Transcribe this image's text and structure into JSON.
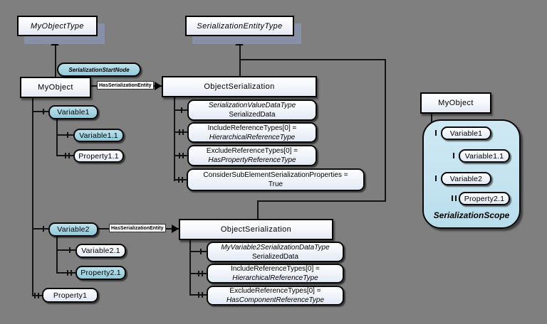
{
  "colors": {
    "background_gray": "#7f7f7f",
    "node_blue": "#a4d4e1",
    "scope_container_blue": "#c3e3ef",
    "type_box_shadow": "#8691a7"
  },
  "type_boxes": {
    "my_object_type": "MyObjectType",
    "serialization_entity_type": "SerializationEntityType"
  },
  "edge_labels": {
    "serialization_start_node": "SerializationStartNode",
    "has_serialization_entity_1": "HasSerializationEntity",
    "has_serialization_entity_2": "HasSerializationEntity"
  },
  "left_tree": {
    "root": "MyObject",
    "variable1": "Variable1",
    "variable1_1": "Variable1.1",
    "property1_1": "Property1.1",
    "variable2": "Variable2",
    "variable2_1": "Variable2.1",
    "property2_1": "Property2.1",
    "property1": "Property1"
  },
  "serialization1": {
    "title": "ObjectSerialization",
    "props": [
      {
        "l1": "SerializationValueDataType",
        "l2": "SerializedData"
      },
      {
        "l1": "IncludeReferenceTypes[0] =",
        "l2": "HierarchicalReferenceType"
      },
      {
        "l1": "ExcludeReferenceTypes[0] =",
        "l2": "HasPropertyReferenceType"
      },
      {
        "l1": "ConsiderSubElementSerializationProperties =",
        "l2": "True"
      }
    ]
  },
  "serialization2": {
    "title": "ObjectSerialization",
    "props": [
      {
        "l1": "MyVariable2SerializationDataType",
        "l2": "SerializedData"
      },
      {
        "l1": "IncludeReferenceTypes[0] =",
        "l2": "HierarchicalReferenceType"
      },
      {
        "l1": "ExcludeReferenceTypes[0] =",
        "l2": "HasComponentReferenceType"
      }
    ]
  },
  "scope": {
    "root": "MyObject",
    "variable1": "Variable1",
    "variable1_1": "Variable1.1",
    "variable2": "Variable2",
    "property2_1": "Property2.1",
    "label": "SerializationScope"
  }
}
